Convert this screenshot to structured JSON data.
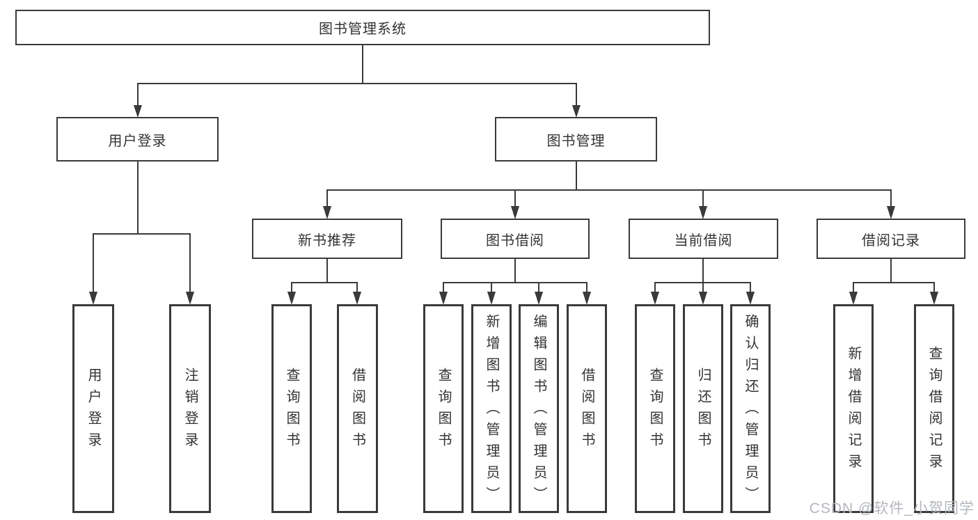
{
  "colors": {
    "line": "#3a3a3a",
    "text": "#333333",
    "background": "#ffffff",
    "watermark": "#b3b7bd"
  },
  "tree": {
    "root": {
      "label": "图书管理系统"
    },
    "level2": [
      {
        "label": "用户登录",
        "children": [
          {
            "label": "用户登录"
          },
          {
            "label": "注销登录"
          }
        ]
      },
      {
        "label": "图书管理",
        "children": [
          {
            "label": "新书推荐",
            "children": [
              {
                "label": "查询图书"
              },
              {
                "label": "借阅图书"
              }
            ]
          },
          {
            "label": "图书借阅",
            "children": [
              {
                "label": "查询图书"
              },
              {
                "label": "新增图书（管理员）"
              },
              {
                "label": "编辑图书（管理员）"
              },
              {
                "label": "借阅图书"
              }
            ]
          },
          {
            "label": "当前借阅",
            "children": [
              {
                "label": "查询图书"
              },
              {
                "label": "归还图书"
              },
              {
                "label": "确认归还（管理员）"
              }
            ]
          },
          {
            "label": "借阅记录",
            "children": [
              {
                "label": "新增借阅记录"
              },
              {
                "label": "查询借阅记录"
              }
            ]
          }
        ]
      }
    ]
  },
  "watermark": "CSDN @软件_小贺同学"
}
